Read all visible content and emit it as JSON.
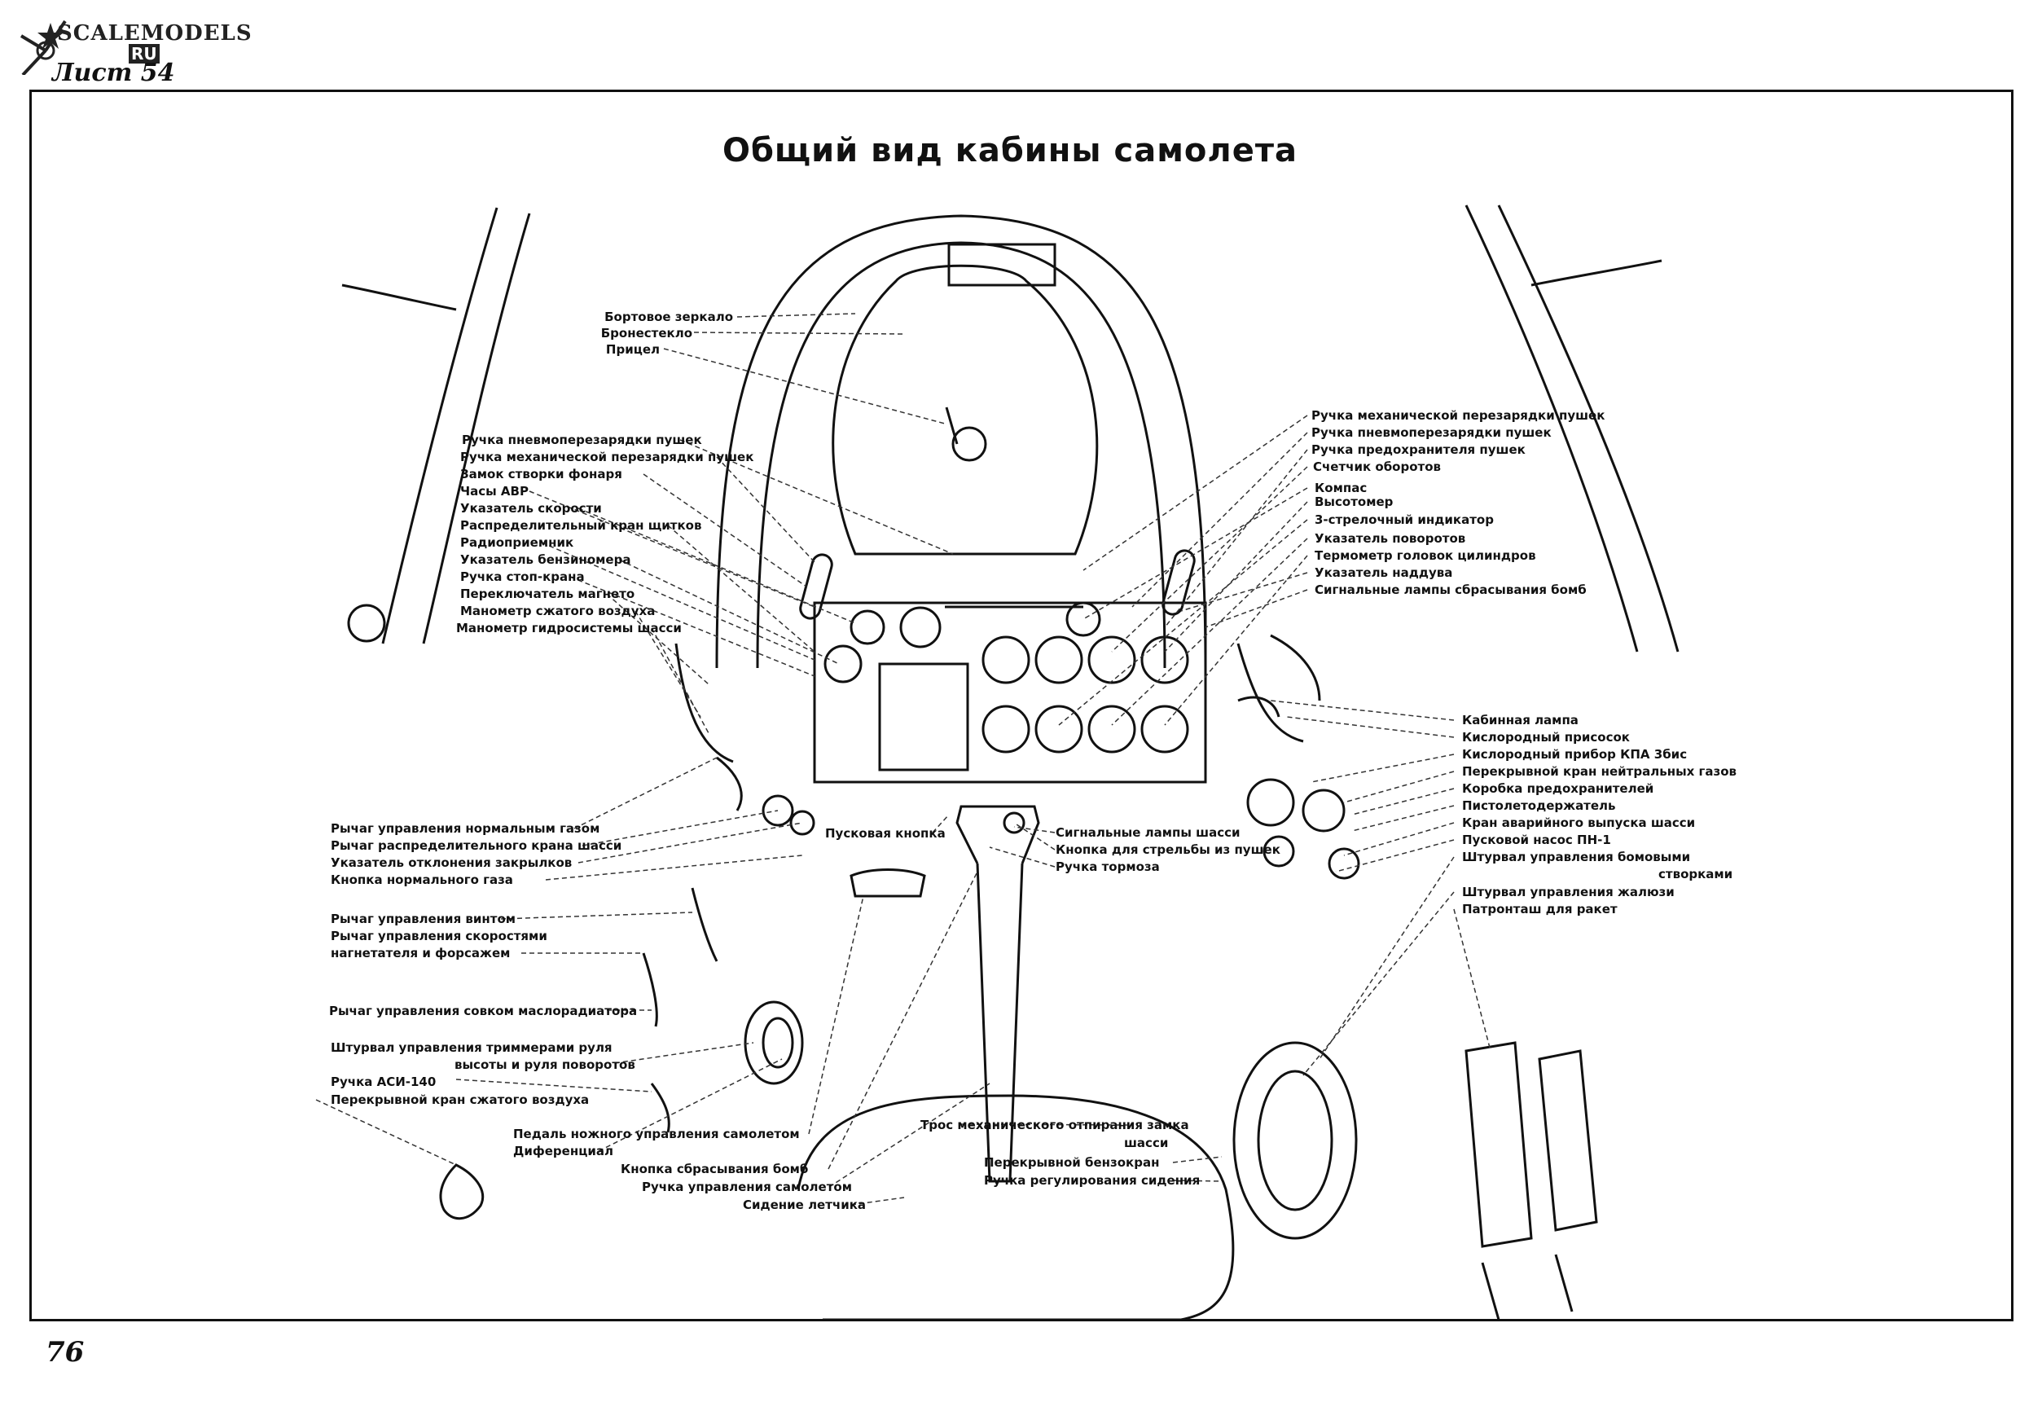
{
  "header": {
    "logo_text": "SCALEMODELS",
    "logo_ru": "RU",
    "sheet": "Лист 54"
  },
  "title": "Общий вид кабины самолета",
  "page_number": "76",
  "labels_top_left": [
    "Бортовое зеркало",
    "Бронестекло",
    "Прицел"
  ],
  "labels_left": [
    "Ручка пневмоперезарядки пушек",
    "Ручка механической перезарядки пушек",
    "Замок створки фонаря",
    "Часы АВР",
    "Указатель скорости",
    "Распределительный кран щитков",
    "Радиоприемник",
    "Указатель бензиномера",
    "Ручка стоп-крана",
    "Переключатель магнето",
    "Манометр сжатого воздуха",
    "Манометр гидросистемы шасси"
  ],
  "labels_right": [
    "Ручка механической перезарядки пушек",
    "Ручка пневмоперезарядки пушек",
    "Ручка предохранителя пушек",
    "Счетчик оборотов",
    "Компас",
    "Высотомер",
    "3-стрелочный индикатор",
    "Указатель поворотов",
    "Термометр головок цилиндров",
    "Указатель наддува",
    "Сигнальные лампы сбрасывания бомб"
  ],
  "labels_right_lower": [
    "Кабинная лампа",
    "Кислородный присосок",
    "Кислородный прибор КПА 3бис",
    "Перекрывной кран нейтральных газов",
    "Коробка предохранителей",
    "Пистолетодержатель",
    "Кран аварийного выпуска шасси",
    "Пусковой насос ПН-1",
    "Штурвал управления бомовыми",
    "створками",
    "Штурвал управления жалюзи",
    "Патронташ для ракет"
  ],
  "labels_left_lower": [
    "Рычаг управления нормальным газом",
    "Рычаг распределительного крана шасси",
    "Указатель отклонения закрылков",
    "Кнопка нормального газа"
  ],
  "labels_left_bottom": [
    "Рычаг управления винтом",
    "Рычаг управления скоростями",
    "нагнетателя и форсажем",
    "Рычаг управления совком маслорадиатора",
    "Штурвал управления триммерами руля",
    "высоты и руля поворотов",
    "Ручка АСИ-140",
    "Перекрывной кран сжатого воздуха"
  ],
  "labels_center": [
    "Пусковая кнопка",
    "Сигнальные лампы шасси",
    "Кнопка для стрельбы из пушек",
    "Ручка тормоза"
  ],
  "labels_bottom_center": [
    "Педаль ножного управления самолетом",
    "Диференциал",
    "Кнопка сбрасывания бомб",
    "Ручка управления самолетом",
    "Сидение летчика"
  ],
  "labels_bottom_right": [
    "Трос механического отпирания замка",
    "шасси",
    "Перекрывной бензокран",
    "Ручка регулирования сидения"
  ]
}
